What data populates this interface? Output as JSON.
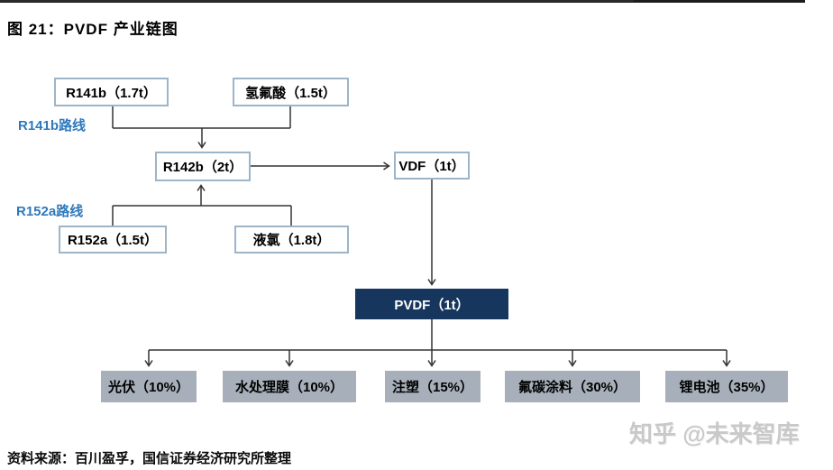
{
  "figure": {
    "title": "图 21：PVDF 产业链图",
    "source": "资料来源：百川盈孚，国信证券经济研究所整理",
    "watermark": "知乎 @未来智库"
  },
  "diagram": {
    "route_labels": {
      "r141b": "R141b路线",
      "r152a": "R152a路线"
    },
    "nodes": {
      "r141b": "R141b（1.7t）",
      "hydrofluoric_acid": "氢氟酸（1.5t）",
      "r142b": "R142b（2t）",
      "vdf": "VDF（1t）",
      "r152a": "R152a（1.5t）",
      "liquid_chlorine": "液氯（1.8t）",
      "pvdf": "PVDF（1t）"
    },
    "applications": [
      "光伏（10%）",
      "水处理膜（10%）",
      "注塑（15%）",
      "氟碳涂料（30%）",
      "锂电池（35%）"
    ],
    "colors": {
      "pvdf_box_fill": "#17365d",
      "application_box_fill": "#a7b0ba",
      "node_border": "#9db5c8",
      "route_label_text": "#2e79bd",
      "connector_stroke": "#333333",
      "watermark_text": "#c9c9c9"
    }
  }
}
